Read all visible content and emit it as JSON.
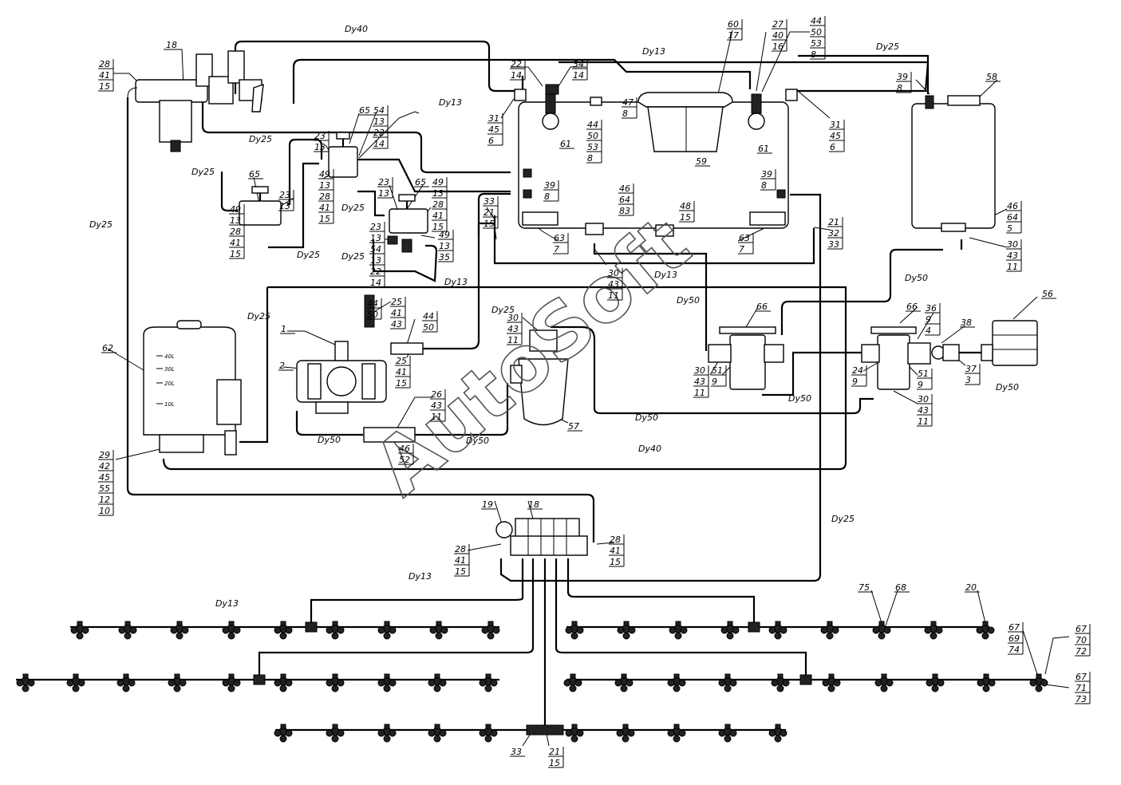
{
  "watermark": "AutoSoft",
  "pipe_labels": [
    {
      "id": "dy40-top",
      "text": "Dy40"
    },
    {
      "id": "dy13-a",
      "text": "Dy13"
    },
    {
      "id": "dy25-a",
      "text": "Dy25"
    },
    {
      "id": "dy13-b",
      "text": "Dy13"
    },
    {
      "id": "dy25-b",
      "text": "Dy25"
    },
    {
      "id": "dy25-c",
      "text": "Dy25"
    },
    {
      "id": "dy25-d",
      "text": "Dy25"
    },
    {
      "id": "dy25-e",
      "text": "Dy25"
    },
    {
      "id": "dy25-f",
      "text": "Dy25"
    },
    {
      "id": "dy13-c",
      "text": "Dy13"
    },
    {
      "id": "dy25-g",
      "text": "Dy25"
    },
    {
      "id": "dy13-d",
      "text": "Dy13"
    },
    {
      "id": "dy50-a",
      "text": "Dy50"
    },
    {
      "id": "dy50-b",
      "text": "Dy50"
    },
    {
      "id": "dy50-c",
      "text": "Dy50"
    },
    {
      "id": "dy50-d",
      "text": "Dy50"
    },
    {
      "id": "dy50-e",
      "text": "Dy50"
    },
    {
      "id": "dy50-f",
      "text": "Dy50"
    },
    {
      "id": "dy40-bot",
      "text": "Dy40"
    },
    {
      "id": "dy25-h",
      "text": "Dy25"
    },
    {
      "id": "dy25-i",
      "text": "Dy25"
    },
    {
      "id": "dy13-e",
      "text": "Dy13"
    },
    {
      "id": "dy13-f",
      "text": "Dy13"
    },
    {
      "id": "dy25-j",
      "text": "Dy25"
    }
  ],
  "callouts": [
    {
      "id": "c-18-top",
      "lines": [
        "18"
      ]
    },
    {
      "id": "c-28-tl",
      "lines": [
        "28",
        "41",
        "15"
      ]
    },
    {
      "id": "c-65-a",
      "lines": [
        "65"
      ]
    },
    {
      "id": "c-54-22-a",
      "lines": [
        "54",
        "13",
        "22",
        "14"
      ]
    },
    {
      "id": "c-23-a",
      "lines": [
        "23",
        "13"
      ]
    },
    {
      "id": "c-49-28-a",
      "lines": [
        "49",
        "13",
        "28",
        "41",
        "15"
      ]
    },
    {
      "id": "c-65-b",
      "lines": [
        "65"
      ]
    },
    {
      "id": "c-23-b",
      "lines": [
        "23",
        "13"
      ]
    },
    {
      "id": "c-49-28-b",
      "lines": [
        "49",
        "13",
        "28",
        "41",
        "15"
      ]
    },
    {
      "id": "c-23-c",
      "lines": [
        "23",
        "13"
      ]
    },
    {
      "id": "c-65-c",
      "lines": [
        "65"
      ]
    },
    {
      "id": "c-49-28-c",
      "lines": [
        "49",
        "13",
        "28",
        "41",
        "15"
      ]
    },
    {
      "id": "c-23-54-22",
      "lines": [
        "23",
        "13",
        "54",
        "13",
        "22",
        "14"
      ]
    },
    {
      "id": "c-49-13-35",
      "lines": [
        "49",
        "13",
        "35"
      ]
    },
    {
      "id": "c-33-21",
      "lines": [
        "33",
        "21",
        "15"
      ]
    },
    {
      "id": "c-22-14-top",
      "lines": [
        "22",
        "14"
      ]
    },
    {
      "id": "c-34-14",
      "lines": [
        "34",
        "14"
      ]
    },
    {
      "id": "c-31-45-l",
      "lines": [
        "31",
        "45",
        "6"
      ]
    },
    {
      "id": "c-44-50-a",
      "lines": [
        "44",
        "50",
        "53",
        "8"
      ]
    },
    {
      "id": "c-47-8",
      "lines": [
        "47",
        "8"
      ]
    },
    {
      "id": "c-61-a",
      "lines": [
        "61"
      ]
    },
    {
      "id": "c-60-17",
      "lines": [
        "60",
        "17"
      ]
    },
    {
      "id": "c-59",
      "lines": [
        "59"
      ]
    },
    {
      "id": "c-27-40-16",
      "lines": [
        "27",
        "40",
        "16"
      ]
    },
    {
      "id": "c-44-50-b",
      "lines": [
        "44",
        "50",
        "53",
        "8"
      ]
    },
    {
      "id": "c-61-b",
      "lines": [
        "61"
      ]
    },
    {
      "id": "c-31-45-r",
      "lines": [
        "31",
        "45",
        "6"
      ]
    },
    {
      "id": "c-39-8-a",
      "lines": [
        "39",
        "8"
      ]
    },
    {
      "id": "c-39-8-b",
      "lines": [
        "39",
        "8"
      ]
    },
    {
      "id": "c-46-64-83",
      "lines": [
        "46",
        "64",
        "83"
      ]
    },
    {
      "id": "c-48-15",
      "lines": [
        "48",
        "15"
      ]
    },
    {
      "id": "c-63-7-a",
      "lines": [
        "63",
        "7"
      ]
    },
    {
      "id": "c-63-7-b",
      "lines": [
        "63",
        "7"
      ]
    },
    {
      "id": "c-21-32-33",
      "lines": [
        "21",
        "32",
        "33"
      ]
    },
    {
      "id": "c-30-43-a",
      "lines": [
        "30",
        "43",
        "11"
      ]
    },
    {
      "id": "c-39-8-c",
      "lines": [
        "39",
        "8"
      ]
    },
    {
      "id": "c-58",
      "lines": [
        "58"
      ]
    },
    {
      "id": "c-46-64-5",
      "lines": [
        "46",
        "64",
        "5"
      ]
    },
    {
      "id": "c-30-43-b",
      "lines": [
        "30",
        "43",
        "11"
      ]
    },
    {
      "id": "c-44-50-c",
      "lines": [
        "44",
        "50"
      ]
    },
    {
      "id": "c-25-41-43",
      "lines": [
        "25",
        "41",
        "43"
      ]
    },
    {
      "id": "c-44-50-d",
      "lines": [
        "44",
        "50"
      ]
    },
    {
      "id": "c-25-41-15",
      "lines": [
        "25",
        "41",
        "15"
      ]
    },
    {
      "id": "c-1",
      "lines": [
        "1"
      ]
    },
    {
      "id": "c-2",
      "lines": [
        "2"
      ]
    },
    {
      "id": "c-30-43-c",
      "lines": [
        "30",
        "43",
        "11"
      ]
    },
    {
      "id": "c-57",
      "lines": [
        "57"
      ]
    },
    {
      "id": "c-26-43-11",
      "lines": [
        "26",
        "43",
        "11"
      ]
    },
    {
      "id": "c-46-52",
      "lines": [
        "46",
        "52"
      ]
    },
    {
      "id": "c-66-a",
      "lines": [
        "66"
      ]
    },
    {
      "id": "c-30-51-9",
      "lines": [
        "30",
        "43",
        "11"
      ]
    },
    {
      "id": "c-51-9-a",
      "lines": [
        "51",
        "9"
      ]
    },
    {
      "id": "c-66-b",
      "lines": [
        "66"
      ]
    },
    {
      "id": "c-36-9-4",
      "lines": [
        "36",
        "9",
        "4"
      ]
    },
    {
      "id": "c-38",
      "lines": [
        "38"
      ]
    },
    {
      "id": "c-56",
      "lines": [
        "56"
      ]
    },
    {
      "id": "c-24-9",
      "lines": [
        "24",
        "9"
      ]
    },
    {
      "id": "c-51-9-b",
      "lines": [
        "51",
        "9"
      ]
    },
    {
      "id": "c-37-3",
      "lines": [
        "37",
        "3"
      ]
    },
    {
      "id": "c-30-43-d",
      "lines": [
        "30",
        "43",
        "11"
      ]
    },
    {
      "id": "c-62",
      "lines": [
        "62"
      ]
    },
    {
      "id": "c-29-42",
      "lines": [
        "29",
        "42",
        "45",
        "55",
        "12",
        "10"
      ]
    },
    {
      "id": "c-19",
      "lines": [
        "19"
      ]
    },
    {
      "id": "c-18-bot",
      "lines": [
        "18"
      ]
    },
    {
      "id": "c-28-41-l",
      "lines": [
        "28",
        "41",
        "15"
      ]
    },
    {
      "id": "c-28-41-r",
      "lines": [
        "28",
        "41",
        "15"
      ]
    },
    {
      "id": "c-75",
      "lines": [
        "75"
      ]
    },
    {
      "id": "c-68",
      "lines": [
        "68"
      ]
    },
    {
      "id": "c-20",
      "lines": [
        "20"
      ]
    },
    {
      "id": "c-67-69-74",
      "lines": [
        "67",
        "69",
        "74"
      ]
    },
    {
      "id": "c-67-70-72",
      "lines": [
        "67",
        "70",
        "72"
      ]
    },
    {
      "id": "c-67-71-73",
      "lines": [
        "67",
        "71",
        "73"
      ]
    },
    {
      "id": "c-33-bot",
      "lines": [
        "33"
      ]
    },
    {
      "id": "c-21-15-bot",
      "lines": [
        "21",
        "15"
      ]
    }
  ],
  "tank_scale": [
    "40L",
    "30L",
    "20L",
    "10L"
  ]
}
